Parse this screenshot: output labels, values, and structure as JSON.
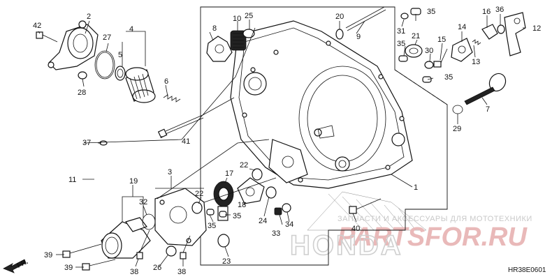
{
  "diagram": {
    "drawing_code": "HR38E0601",
    "front_label": "FR.",
    "watermark": {
      "tagline": "ЗАПЧАСТИ И АКСЕССУАРЫ ДЛЯ МОТОТЕХНИКИ",
      "brand": "PARTSFOR.RU",
      "maker": "HONDA"
    },
    "callouts": [
      {
        "id": "c1",
        "text": "1"
      },
      {
        "id": "c2",
        "text": "2"
      },
      {
        "id": "c3",
        "text": "3"
      },
      {
        "id": "c4",
        "text": "4"
      },
      {
        "id": "c5",
        "text": "5"
      },
      {
        "id": "c6",
        "text": "6"
      },
      {
        "id": "c7",
        "text": "7"
      },
      {
        "id": "c8",
        "text": "8"
      },
      {
        "id": "c9",
        "text": "9"
      },
      {
        "id": "c10",
        "text": "10"
      },
      {
        "id": "c11",
        "text": "11"
      },
      {
        "id": "c12",
        "text": "12"
      },
      {
        "id": "c13",
        "text": "13"
      },
      {
        "id": "c14",
        "text": "14"
      },
      {
        "id": "c15",
        "text": "15"
      },
      {
        "id": "c16",
        "text": "16"
      },
      {
        "id": "c17",
        "text": "17"
      },
      {
        "id": "c18",
        "text": "18"
      },
      {
        "id": "c19",
        "text": "19"
      },
      {
        "id": "c20",
        "text": "20"
      },
      {
        "id": "c21",
        "text": "21"
      },
      {
        "id": "c22a",
        "text": "22"
      },
      {
        "id": "c22b",
        "text": "22"
      },
      {
        "id": "c23",
        "text": "23"
      },
      {
        "id": "c24",
        "text": "24"
      },
      {
        "id": "c25",
        "text": "25"
      },
      {
        "id": "c26",
        "text": "26"
      },
      {
        "id": "c27",
        "text": "27"
      },
      {
        "id": "c28",
        "text": "28"
      },
      {
        "id": "c29",
        "text": "29"
      },
      {
        "id": "c30",
        "text": "30"
      },
      {
        "id": "c31",
        "text": "31"
      },
      {
        "id": "c32",
        "text": "32"
      },
      {
        "id": "c33",
        "text": "33"
      },
      {
        "id": "c34",
        "text": "34"
      },
      {
        "id": "c35a",
        "text": "35"
      },
      {
        "id": "c35b",
        "text": "35"
      },
      {
        "id": "c35c",
        "text": "35"
      },
      {
        "id": "c35d",
        "text": "35"
      },
      {
        "id": "c35e",
        "text": "35"
      },
      {
        "id": "c36",
        "text": "36"
      },
      {
        "id": "c37",
        "text": "37"
      },
      {
        "id": "c38a",
        "text": "38"
      },
      {
        "id": "c38b",
        "text": "38"
      },
      {
        "id": "c39a",
        "text": "39"
      },
      {
        "id": "c39b",
        "text": "39"
      },
      {
        "id": "c40",
        "text": "40"
      },
      {
        "id": "c41",
        "text": "41"
      },
      {
        "id": "c42",
        "text": "42"
      }
    ]
  }
}
